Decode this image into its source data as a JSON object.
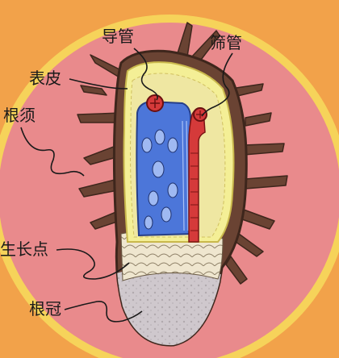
{
  "diagram": {
    "labels": {
      "vessel": "导管",
      "sieve_tube": "筛管",
      "epidermis": "表皮",
      "root_hair": "根须",
      "growing_point": "生长点",
      "root_cap": "根冠"
    },
    "colors": {
      "background": "#f2a24a",
      "disk": "#e98a8c",
      "disk_ring": "#f6d35a",
      "root_outline": "#5a3a2a",
      "epidermis": "#f4ef96",
      "vessel": "#4c76d9",
      "sieve_tube": "#d53a3a",
      "root_cap": "#c9c2c6",
      "root_hair": "#5f3b2e"
    }
  }
}
